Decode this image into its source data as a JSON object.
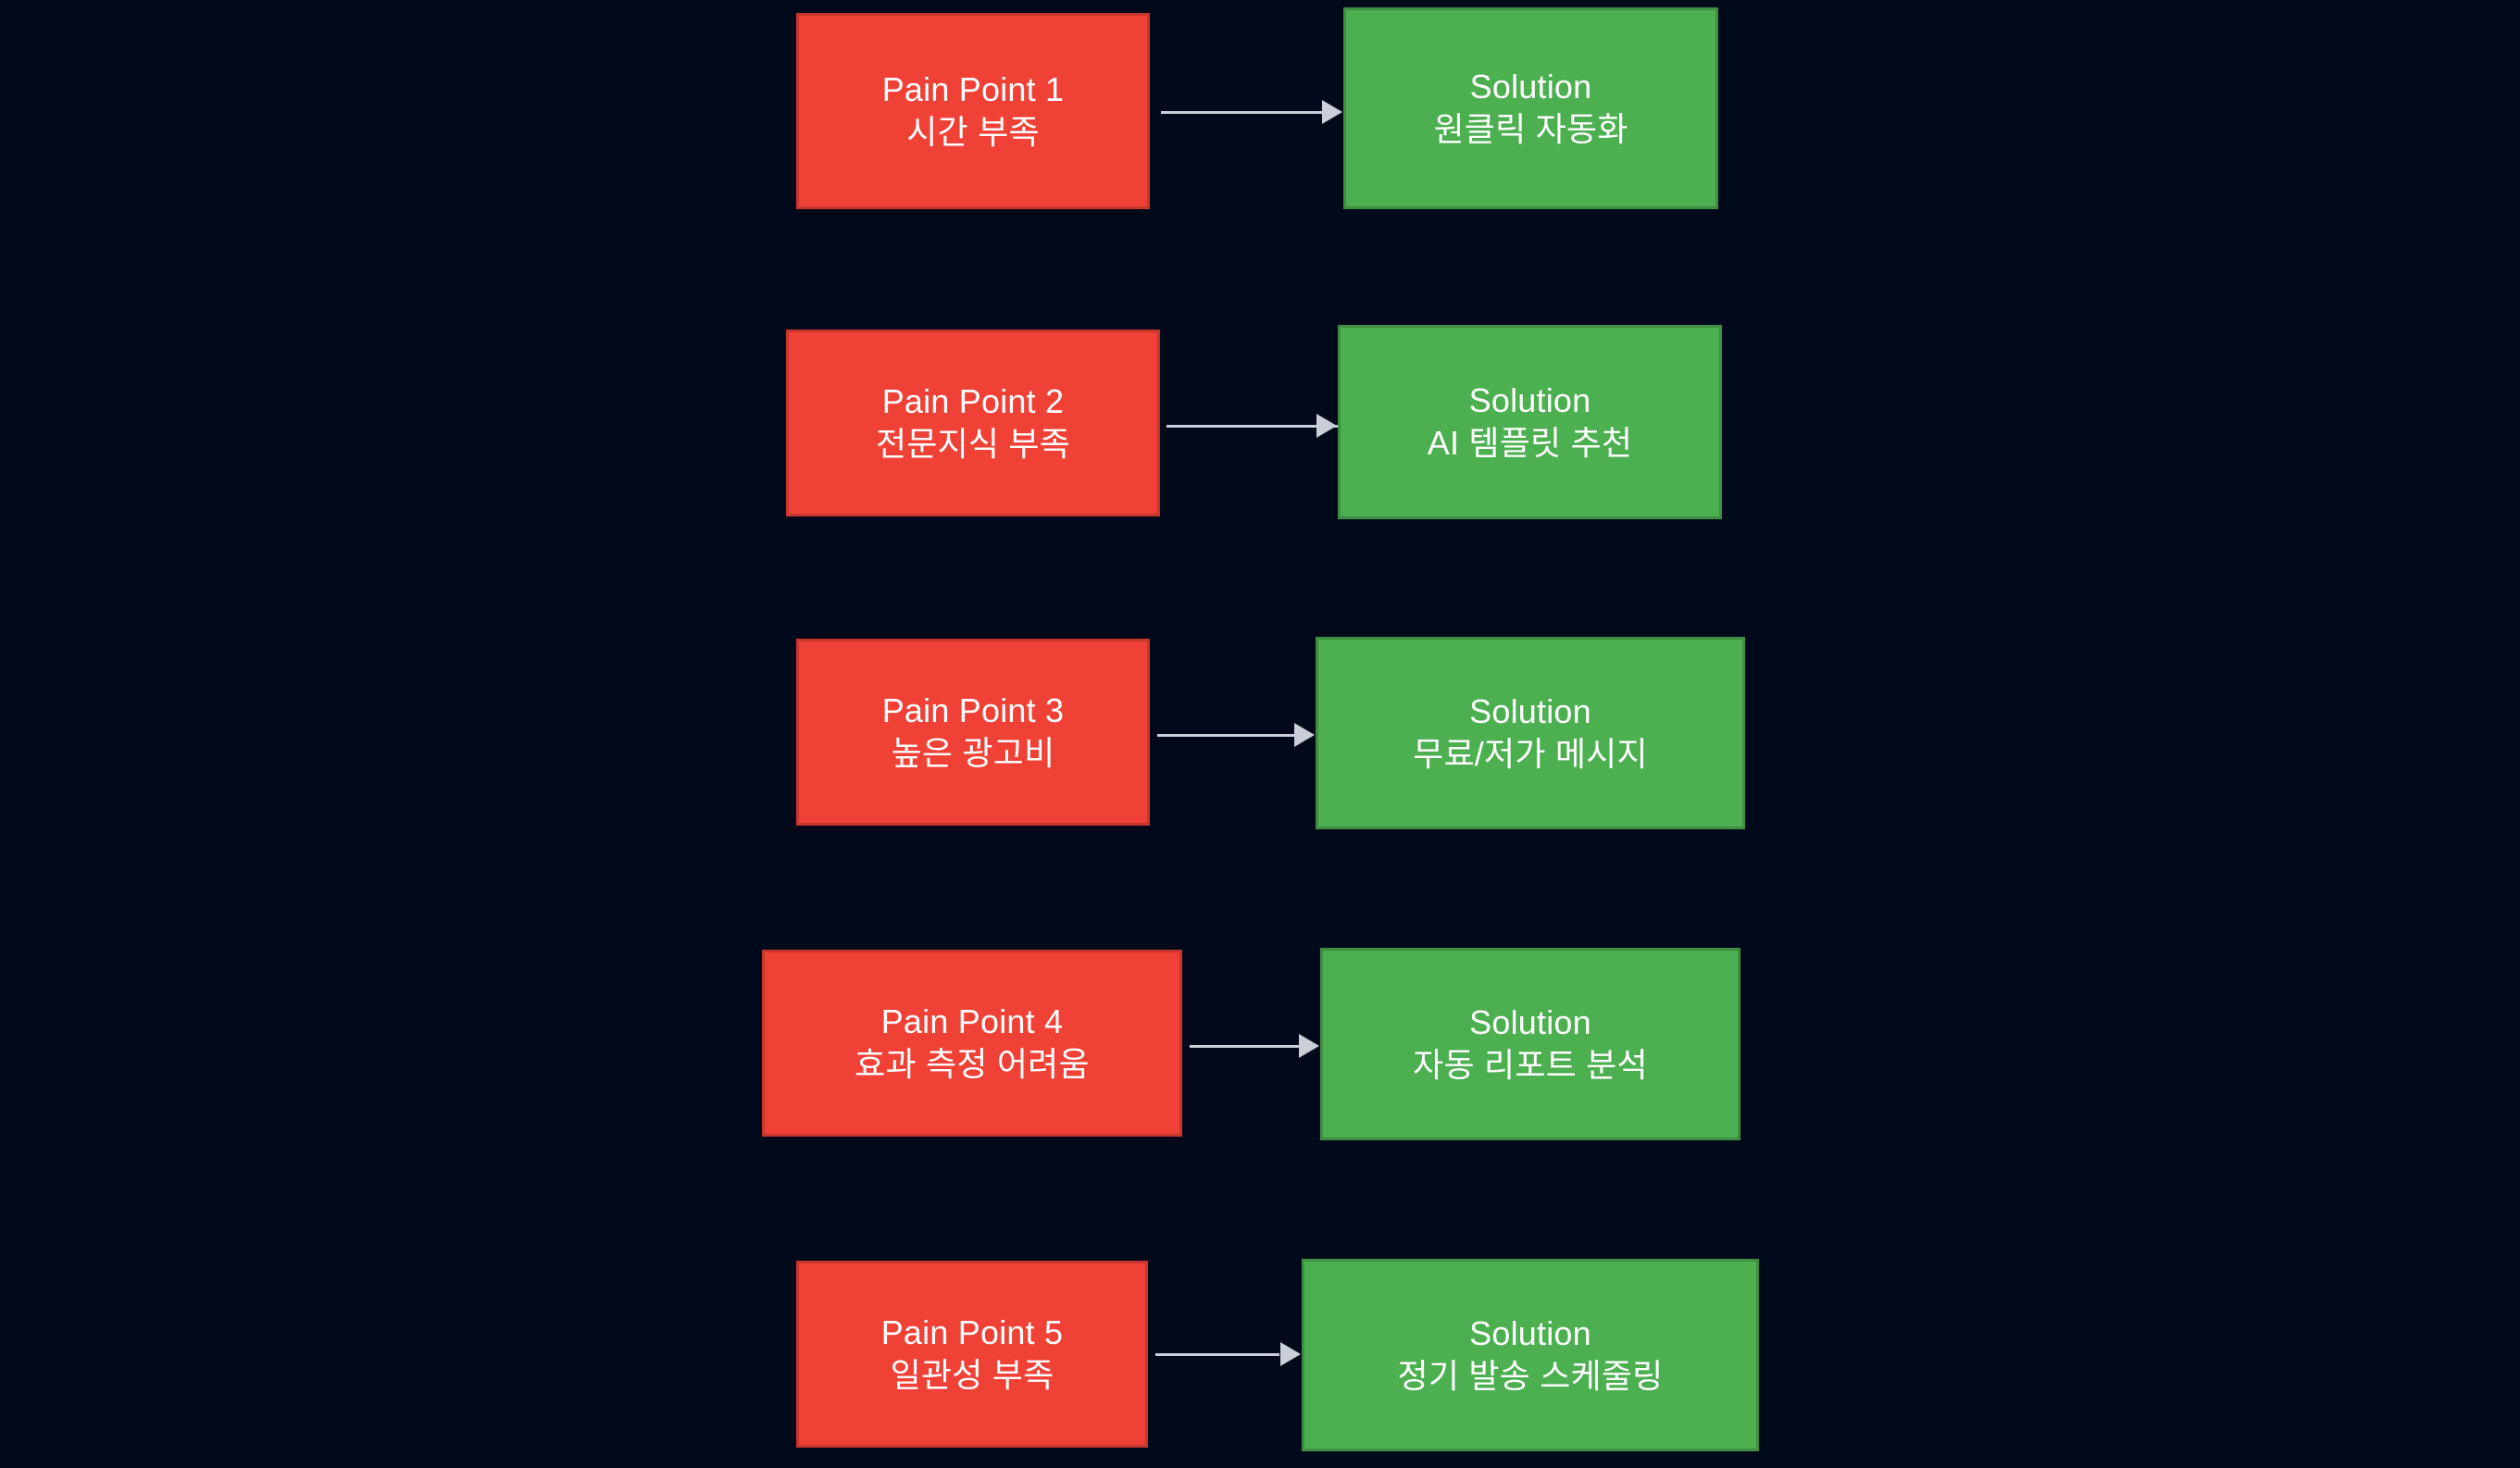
{
  "diagram": {
    "type": "flowchart",
    "direction": "left-to-right",
    "background_color": "#02091a",
    "pain_node_color": "#ef4136",
    "pain_node_border_color": "#c5362c",
    "solution_node_color": "#4caf50",
    "solution_node_border_color": "#3f8f43",
    "edge_color": "#c9ced8",
    "text_color": "#ffffff",
    "rows": [
      {
        "pain": {
          "title": "Pain Point 1",
          "detail": "시간 부족"
        },
        "solution": {
          "title": "Solution",
          "detail": "원클릭 자동화"
        }
      },
      {
        "pain": {
          "title": "Pain Point 2",
          "detail": "전문지식 부족"
        },
        "solution": {
          "title": "Solution",
          "detail": "AI 템플릿 추천"
        }
      },
      {
        "pain": {
          "title": "Pain Point 3",
          "detail": "높은 광고비"
        },
        "solution": {
          "title": "Solution",
          "detail": "무료/저가 메시지"
        }
      },
      {
        "pain": {
          "title": "Pain Point 4",
          "detail": "효과 측정 어려움"
        },
        "solution": {
          "title": "Solution",
          "detail": "자동 리포트 분석"
        }
      },
      {
        "pain": {
          "title": "Pain Point 5",
          "detail": "일관성 부족"
        },
        "solution": {
          "title": "Solution",
          "detail": "정기 발송 스케줄링"
        }
      }
    ]
  }
}
